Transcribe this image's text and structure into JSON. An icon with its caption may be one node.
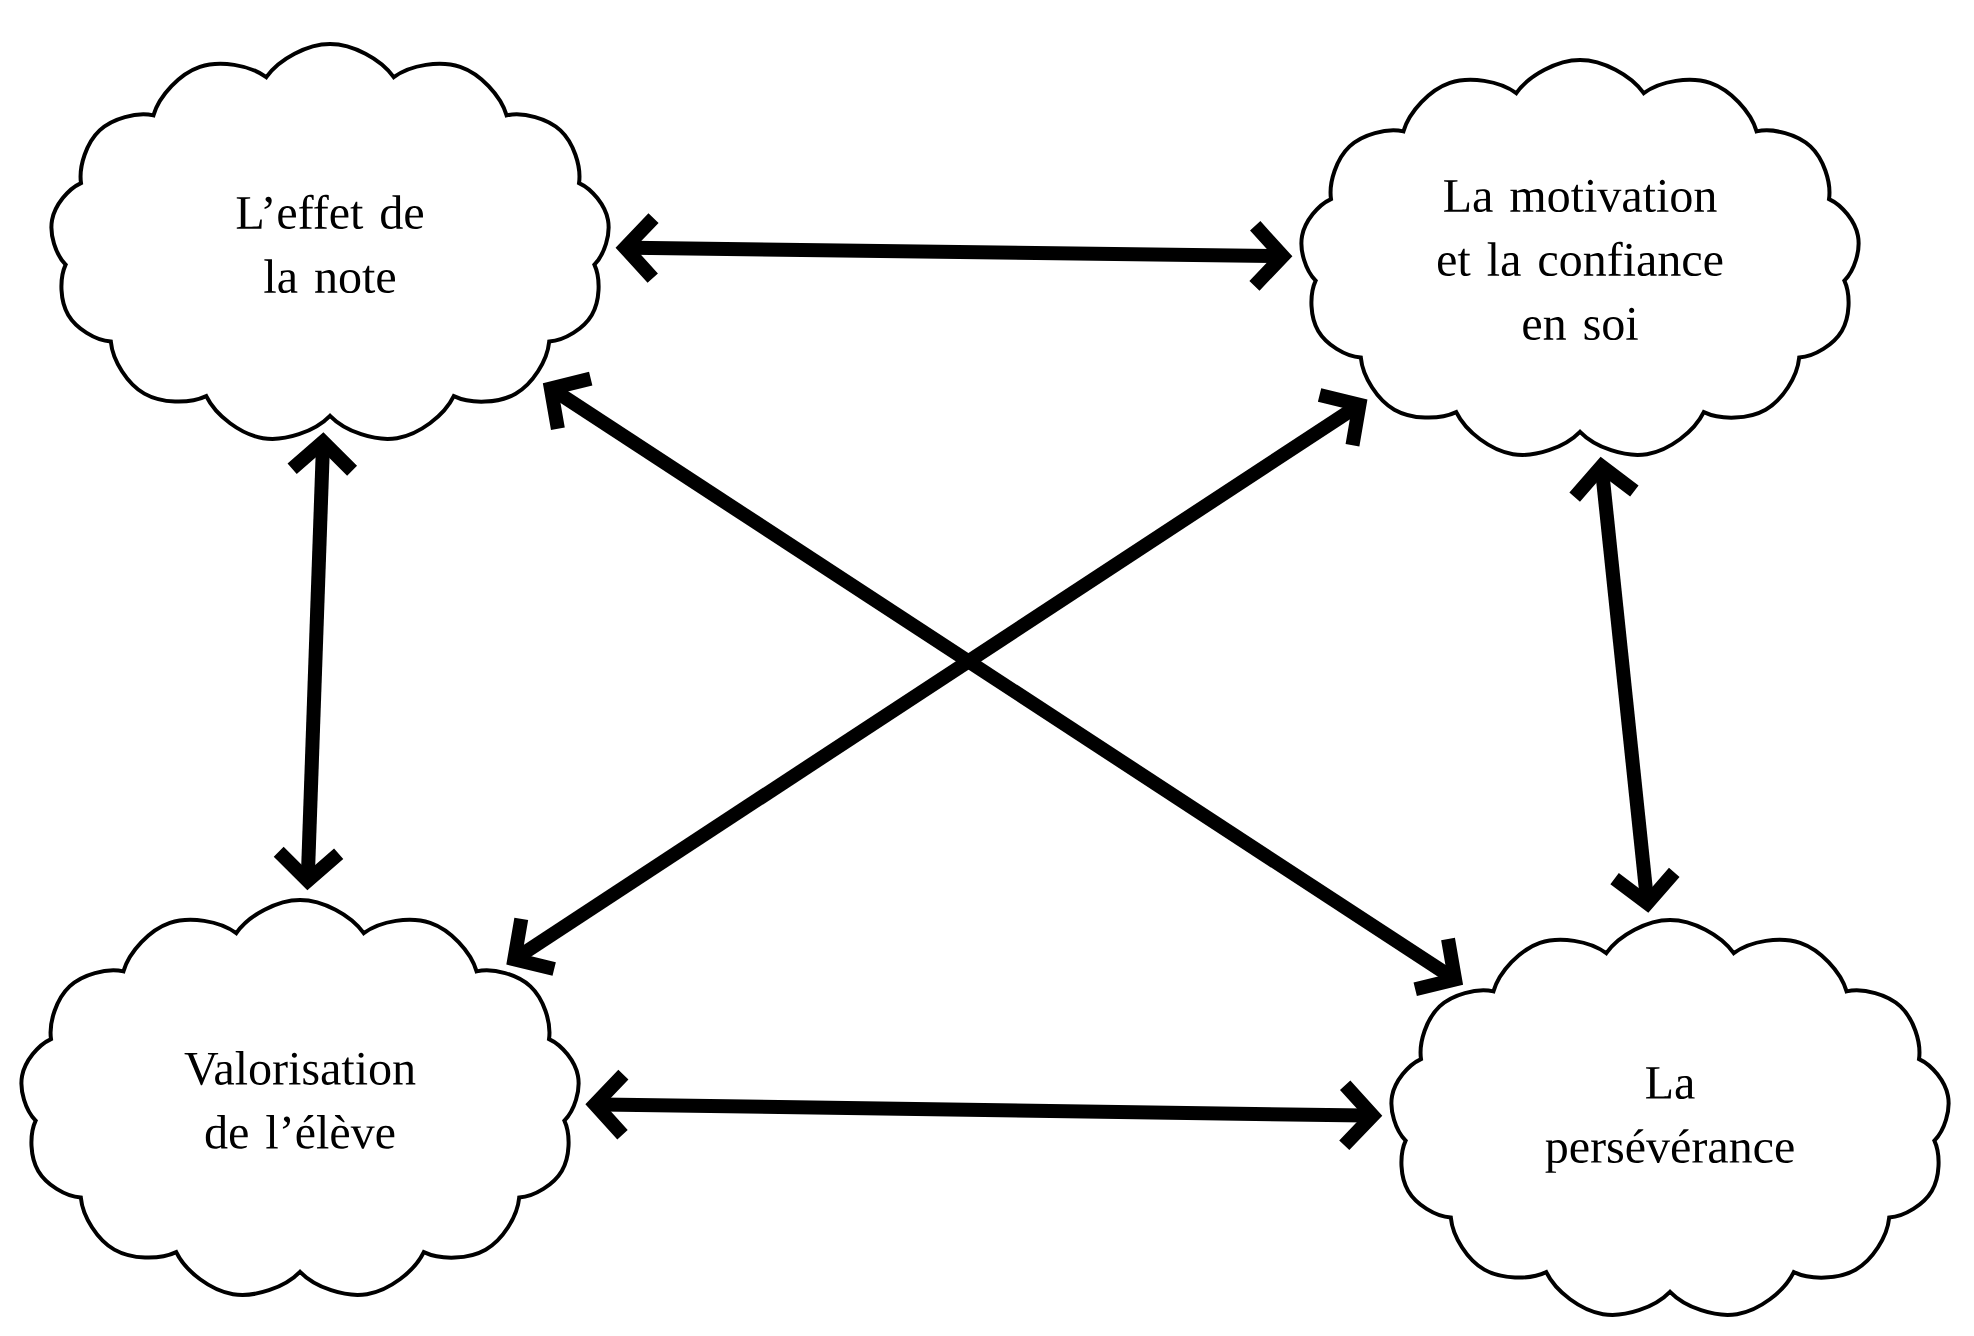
{
  "diagram": {
    "nodes": [
      {
        "text": [
          "L’effet de la note"
        ]
      },
      {
        "text": [
          "La motivation et la confiance en soi"
        ]
      },
      {
        "text": [
          "Valorisation de l’élève"
        ]
      },
      {
        "text": [
          "La persévérance"
        ]
      }
    ],
    "edges": [
      {
        "from": 0,
        "to": 1,
        "arrow": "both"
      },
      {
        "from": 0,
        "to": 2,
        "arrow": "both"
      },
      {
        "from": 1,
        "to": 3,
        "arrow": "both"
      },
      {
        "from": 2,
        "to": 3,
        "arrow": "both"
      },
      {
        "from": 0,
        "to": 3,
        "arrow": "both"
      },
      {
        "from": 1,
        "to": 2,
        "arrow": "both"
      }
    ]
  }
}
